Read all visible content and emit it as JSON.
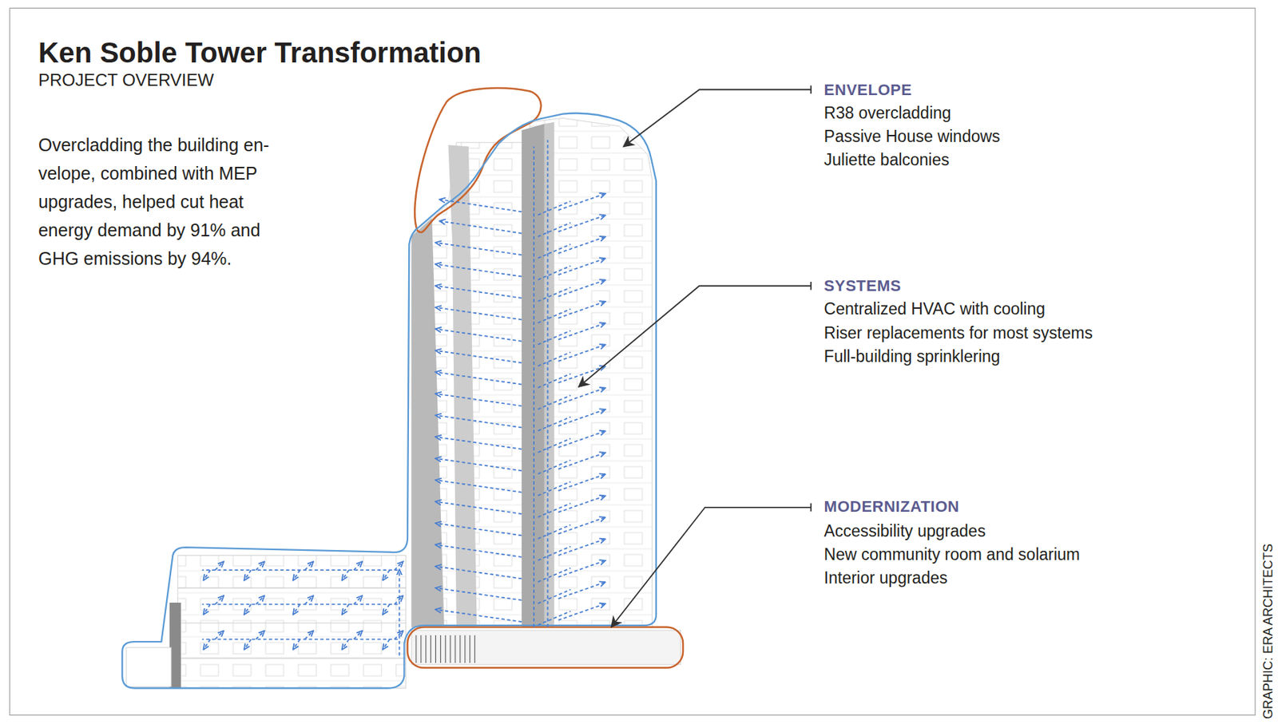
{
  "diagram": {
    "title": "Ken Soble Tower Transformation",
    "labels": [
      "PROJECT OVERVIEW",
      "Overcladding the building en- velope, combined with MEP upgrades, helped cut heat energy demand by 91% and GHG emissions by 94%.",
      "ENVELOPE",
      "R38 overcladding",
      "Passive House windows",
      "Juliette balconies",
      "SYSTEMS",
      "Centralized HVAC with cooling",
      "Riser replacements for most systems",
      "Full-building sprinklering",
      "MODERNIZATION",
      "Accessibility upgrades",
      "New community room and solarium",
      "Interior upgrades",
      "GRAPHIC: ERA ARCHITECTS"
    ]
  }
}
